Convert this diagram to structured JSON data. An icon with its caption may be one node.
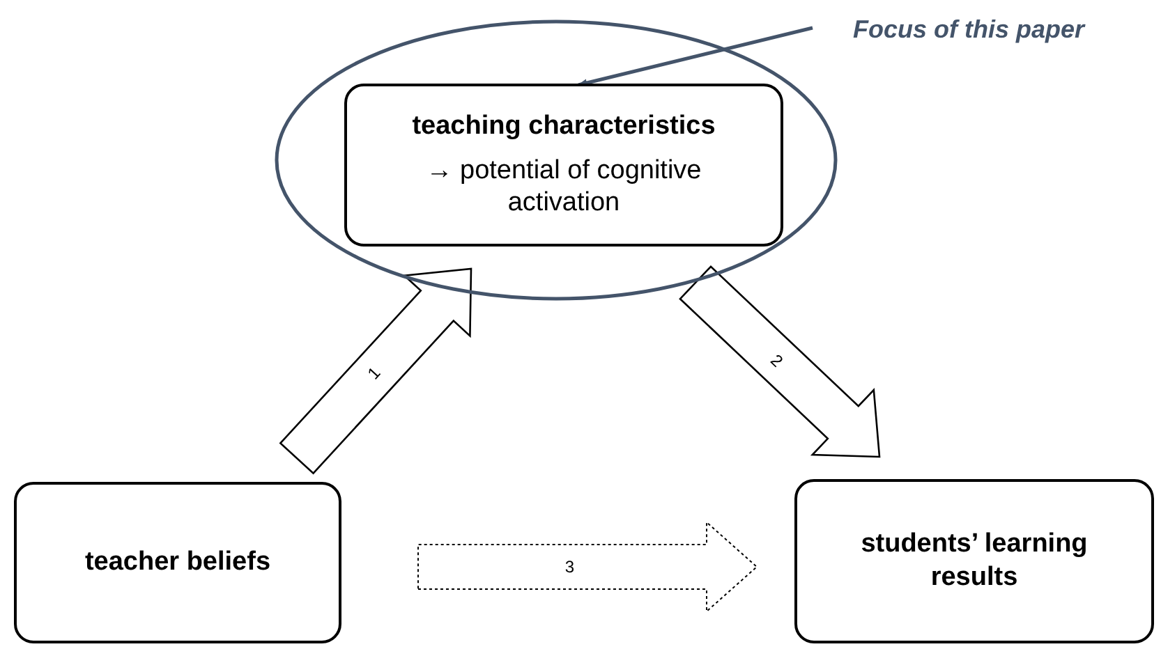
{
  "diagram": {
    "nodes": [
      {
        "text": [],
        "shape": "ellipse"
      },
      {
        "text": [
          "teaching characteristics",
          "→ potential of cognitive activation"
        ],
        "in": 0
      },
      {
        "text": [
          "Focus of this paper"
        ]
      },
      {
        "text": [
          "teacher beliefs"
        ]
      },
      {
        "text": [
          "students’ learning results"
        ]
      }
    ],
    "edges": [
      {
        "from": 2,
        "to": 1,
        "arrow": "to",
        "color": "#44546a"
      },
      {
        "from": 3,
        "to": 1,
        "arrow": "to",
        "label": "1",
        "style": "thick"
      },
      {
        "from": 1,
        "to": 4,
        "arrow": "to",
        "label": "2",
        "style": "thick"
      },
      {
        "from": 3,
        "to": 4,
        "arrow": "to",
        "label": "3",
        "style": "dashed"
      }
    ]
  }
}
